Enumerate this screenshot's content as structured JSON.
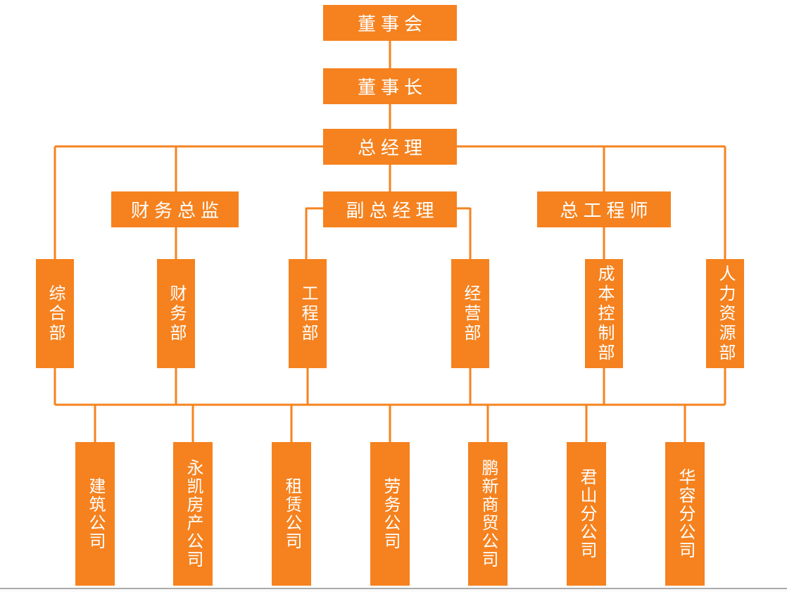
{
  "colors": {
    "box_fill": "#F5821F",
    "connector": "#F5831F",
    "text": "#FFFFFF",
    "bottom_divider": "#ABABAB"
  },
  "org_chart": {
    "type": "tree",
    "nodes": {
      "board": "董事会",
      "chairman": "董事长",
      "general_manager": "总经理",
      "finance_director": "财务总监",
      "deputy_general_manager": "副总经理",
      "chief_engineer": "总工程师",
      "general_dept": "综合部",
      "finance_dept": "财务部",
      "engineering_dept": "工程部",
      "operations_dept": "经营部",
      "cost_control_dept": "成本控制部",
      "hr_dept": "人力资源部",
      "construction_co": "建筑公司",
      "yongkai_realestate_co": "永凯房产公司",
      "leasing_co": "租赁公司",
      "labor_co": "劳务公司",
      "pengxin_trading_co": "鹏新商贸公司",
      "junshan_branch": "君山分公司",
      "huarong_branch": "华容分公司"
    },
    "edges": [
      [
        "board",
        "chairman"
      ],
      [
        "chairman",
        "general_manager"
      ],
      [
        "general_manager",
        "general_dept"
      ],
      [
        "general_manager",
        "finance_director"
      ],
      [
        "general_manager",
        "deputy_general_manager"
      ],
      [
        "general_manager",
        "chief_engineer"
      ],
      [
        "general_manager",
        "hr_dept"
      ],
      [
        "finance_director",
        "finance_dept"
      ],
      [
        "deputy_general_manager",
        "engineering_dept"
      ],
      [
        "deputy_general_manager",
        "operations_dept"
      ],
      [
        "chief_engineer",
        "cost_control_dept"
      ]
    ],
    "lower_bus": {
      "parents": [
        "general_dept",
        "finance_dept",
        "engineering_dept",
        "operations_dept",
        "cost_control_dept",
        "hr_dept"
      ],
      "children": [
        "construction_co",
        "yongkai_realestate_co",
        "leasing_co",
        "labor_co",
        "pengxin_trading_co",
        "junshan_branch",
        "huarong_branch"
      ]
    }
  }
}
